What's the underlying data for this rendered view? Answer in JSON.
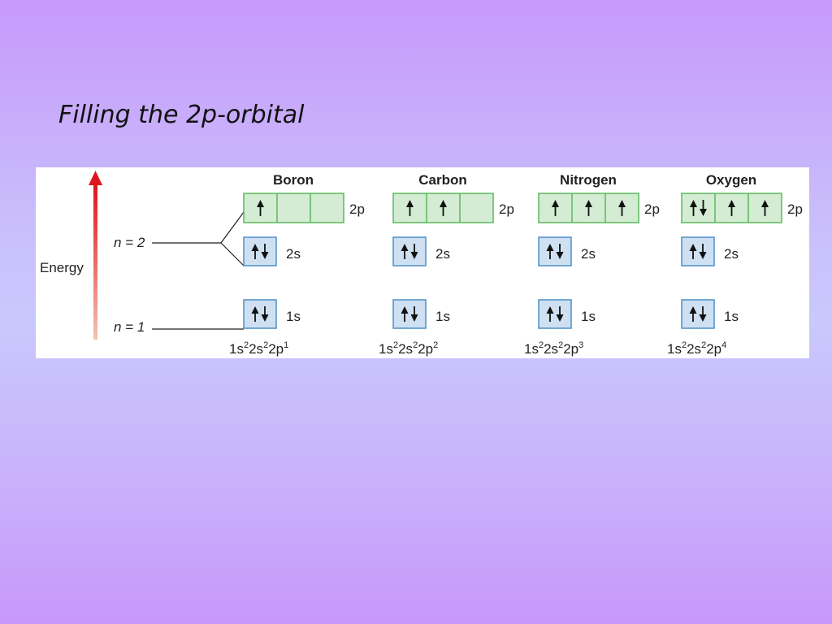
{
  "slide": {
    "title": "Filling the 2p-orbital"
  },
  "axis": {
    "label": "Energy",
    "level_n2": "n = 2",
    "level_n1": "n = 1"
  },
  "sublevels": {
    "p2": "2p",
    "s2": "2s",
    "s1": "1s"
  },
  "colors": {
    "p_box_fill": "#d3ecd3",
    "p_box_stroke": "#5cb85c",
    "s_box_fill": "#cfe0f2",
    "s_box_stroke": "#4a90c8",
    "arrow_top": "#e0141e",
    "arrow_bottom": "#f6c1b3"
  },
  "elements": [
    {
      "name": "Boron",
      "config": {
        "c1": "1s",
        "e1": "2",
        "c2": "2s",
        "e2": "2",
        "c3": "2p",
        "e3": "1"
      },
      "orbitals": {
        "2p": [
          "up",
          "",
          ""
        ],
        "2s": "pair",
        "1s": "pair"
      }
    },
    {
      "name": "Carbon",
      "config": {
        "c1": "1s",
        "e1": "2",
        "c2": "2s",
        "e2": "2",
        "c3": "2p",
        "e3": "2"
      },
      "orbitals": {
        "2p": [
          "up",
          "up",
          ""
        ],
        "2s": "pair",
        "1s": "pair"
      }
    },
    {
      "name": "Nitrogen",
      "config": {
        "c1": "1s",
        "e1": "2",
        "c2": "2s",
        "e2": "2",
        "c3": "2p",
        "e3": "3"
      },
      "orbitals": {
        "2p": [
          "up",
          "up",
          "up"
        ],
        "2s": "pair",
        "1s": "pair"
      }
    },
    {
      "name": "Oxygen",
      "config": {
        "c1": "1s",
        "e1": "2",
        "c2": "2s",
        "e2": "2",
        "c3": "2p",
        "e3": "4"
      },
      "orbitals": {
        "2p": [
          "pair",
          "up",
          "up"
        ],
        "2s": "pair",
        "1s": "pair"
      }
    }
  ]
}
